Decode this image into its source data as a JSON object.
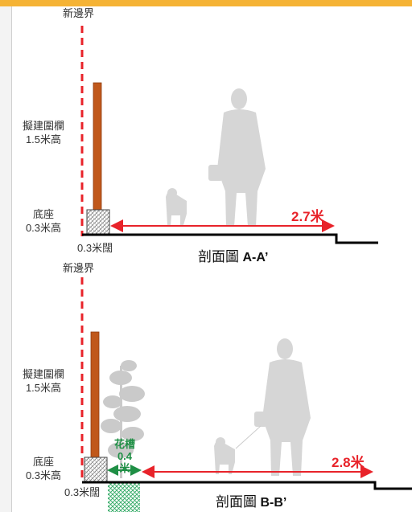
{
  "section_a": {
    "boundary_label": "新邊界",
    "fence_label_1": "擬建圍欄",
    "fence_label_2": "1.5米高",
    "base_label_1": "底座",
    "base_label_2": "0.3米高",
    "width_label": "0.3米闊",
    "dimension": "2.7米",
    "title_cjk": "剖面圖",
    "title_code": "A-A’"
  },
  "section_b": {
    "boundary_label": "新邊界",
    "fence_label_1": "擬建圍欄",
    "fence_label_2": "1.5米高",
    "base_label_1": "底座",
    "base_label_2": "0.3米高",
    "width_label": "0.3米闊",
    "planter_label": "花槽",
    "planter_dimension": "0.4米",
    "dimension": "2.8米",
    "title_cjk": "剖面圖",
    "title_code": "B-B’"
  },
  "colors": {
    "header": "#f5b335",
    "boundary": "#e8232a",
    "fence": "#c0581b",
    "planter": "#1f8f45",
    "silhouette": "#d2d2d2"
  }
}
